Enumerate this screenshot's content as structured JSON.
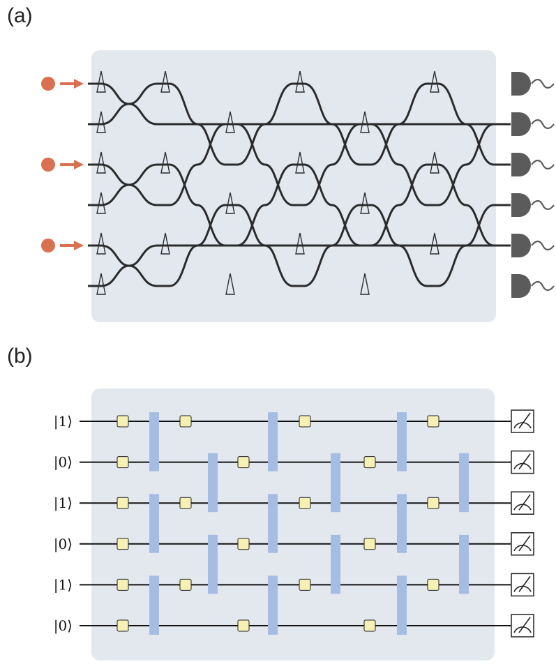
{
  "panels": {
    "a": "(a)",
    "b": "(b)"
  },
  "colors": {
    "background_box": "#e3e8ef",
    "waveguide": "#2b2b2b",
    "photon": "#d9704f",
    "detector": "#5b5b5b",
    "gate_single": "#f6f0b4",
    "gate_two": "#a6bde3",
    "wire": "#111111"
  },
  "optical_circuit": {
    "modes": 6,
    "input_photon_modes": [
      0,
      2,
      4
    ],
    "coupler_layers": [
      [
        0,
        2,
        4
      ],
      [
        1,
        3
      ],
      [
        0,
        2,
        4
      ],
      [
        1,
        3
      ],
      [
        0,
        2,
        4
      ],
      [
        1,
        3
      ]
    ],
    "phase_shifter_sections": [
      [
        0,
        1,
        2,
        3,
        4,
        5
      ],
      [
        0,
        2,
        4
      ],
      [
        1,
        3,
        5
      ],
      [
        0,
        2,
        4
      ],
      [
        1,
        3,
        5
      ],
      [
        0,
        2,
        4
      ]
    ],
    "detectors_per_mode": true
  },
  "gate_circuit": {
    "qubit_states": [
      "|1⟩",
      "|0⟩",
      "|1⟩",
      "|0⟩",
      "|1⟩",
      "|0⟩"
    ],
    "single_qubit_gate_columns": [
      [
        0,
        1,
        2,
        3,
        4,
        5
      ],
      [
        0,
        2,
        4
      ],
      [
        1,
        3,
        5
      ],
      [
        0,
        2,
        4
      ],
      [
        1,
        3,
        5
      ],
      [
        0,
        2,
        4
      ]
    ],
    "two_qubit_gate_columns": [
      [
        0,
        2,
        4
      ],
      [
        1,
        3
      ],
      [
        0,
        2,
        4
      ],
      [
        1,
        3
      ],
      [
        0,
        2,
        4
      ],
      [
        1,
        3
      ]
    ],
    "measurements_per_qubit": true
  }
}
